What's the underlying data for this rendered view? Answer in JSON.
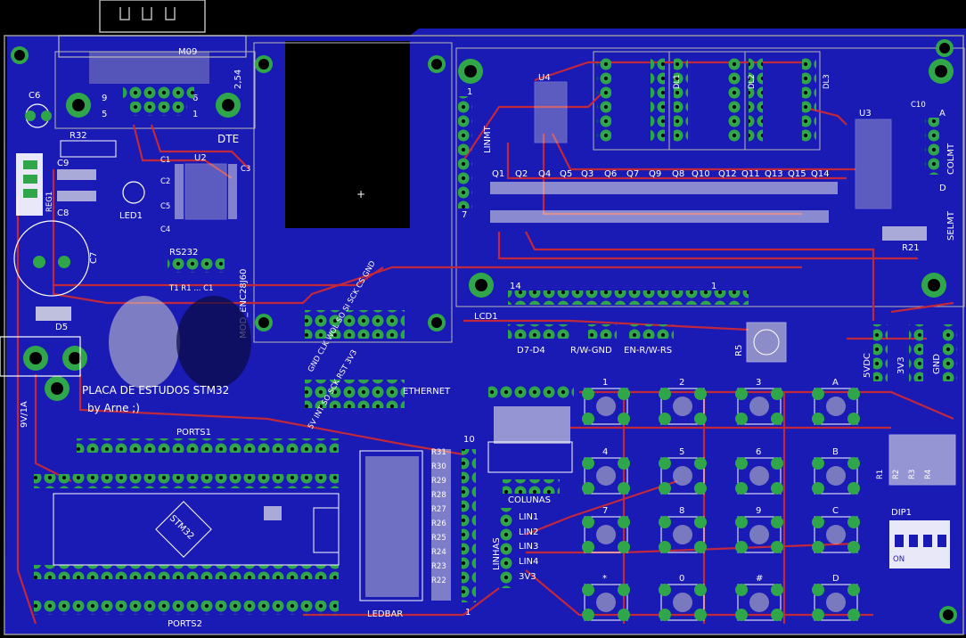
{
  "colors": {
    "board_bg": "#000000",
    "copper_fill": "#1a1ab4",
    "trace": "#c2283c",
    "pad": "#2fa64a",
    "silk": "#ffffff",
    "outline": "#9a9a9a",
    "tdocu": "#b8b8b8"
  },
  "header_labels": {
    "m09": "M09",
    "pin9": "9",
    "pin5": "5",
    "pin6": "6",
    "pin1": "1",
    "pitch": "2,54",
    "dte": "DTE"
  },
  "labels": {
    "c6": "C6",
    "r32": "R32",
    "c9": "C9",
    "c8": "C8",
    "reg1": "REG1",
    "led1": "LED1",
    "c7": "C7",
    "d5": "D5",
    "power": "9V/1A",
    "u2": "U2",
    "rs232": "RS232",
    "rs232_pins": "T1 R1 ... C1",
    "mod": "MOD_ENC28J60",
    "c1": "C1",
    "c2": "C2",
    "c3": "C3",
    "c4": "C4",
    "c5": "C5",
    "u4": "U4",
    "linmt": "LINMT",
    "one": "1",
    "seven": "7",
    "u3": "U3",
    "c10": "C10",
    "colmt": "COLMT",
    "selmt": "SELMT",
    "r21": "R21",
    "col_a": "A",
    "col_d": "D",
    "dl1": "DL1",
    "dl2": "DL2",
    "dl3": "DL3",
    "lcd1": "LCD1",
    "lcd_14": "14",
    "lcd_1": "1",
    "d7d4": "D7-D4",
    "rwgnd": "R/W-GND",
    "enrwrs": "EN-R/W-RS",
    "r5": "R5",
    "vdc5": "5VDC",
    "v33": "3V3",
    "gnd": "GND",
    "eth": "ETHERNET",
    "eth_top": "GND CLK WOL SO SI SCK CS GND",
    "eth_bot": "5V INT SO SCK RST 3V3",
    "title1": "PLACA DE ESTUDOS STM32",
    "title2": "by Arne ;)",
    "ports1": "PORTS1",
    "ports2": "PORTS2",
    "stm32": "STM32",
    "r31": "R31",
    "r30": "R30",
    "r29": "R29",
    "r28": "R28",
    "r27": "R27",
    "r26": "R26",
    "r25": "R25",
    "r24": "R24",
    "r23": "R23",
    "r22": "R22",
    "ten": "10",
    "ledbar": "LEDBAR",
    "led_one": "1",
    "colunas": "COLUNAS",
    "linhas": "LINHAS",
    "lin1": "LIN1",
    "lin2": "LIN2",
    "lin3": "LIN3",
    "lin4": "LIN4",
    "v33b": "3V3",
    "r1": "R1",
    "r2": "R2",
    "r3": "R3",
    "r4": "R4",
    "dip1": "DIP1",
    "on": "ON",
    "q1": "Q1",
    "q2": "Q2",
    "q4": "Q4",
    "q5": "Q5",
    "q3": "Q3",
    "q6": "Q6",
    "q7": "Q7",
    "q9": "Q9",
    "q8": "Q8",
    "q10": "Q10",
    "q12": "Q12",
    "q11": "Q11",
    "q13": "Q13",
    "q15": "Q15",
    "q14": "Q14"
  },
  "keypad": [
    "1",
    "2",
    "3",
    "A",
    "4",
    "5",
    "6",
    "B",
    "7",
    "8",
    "9",
    "C",
    "*",
    "0",
    "#",
    "D"
  ]
}
